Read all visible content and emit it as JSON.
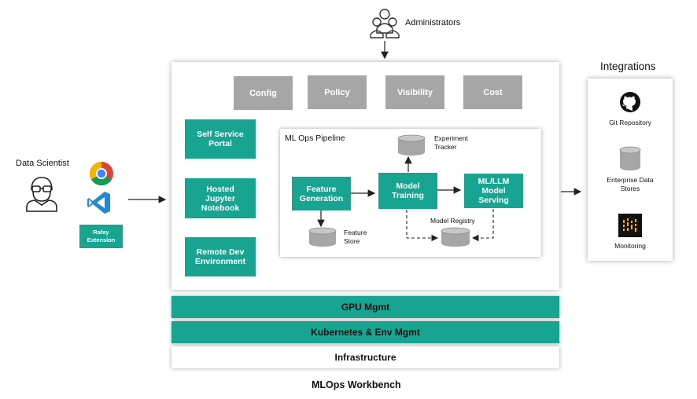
{
  "administrators": {
    "label": "Administrators",
    "icon": "people-icon"
  },
  "data_scientist": {
    "label": "Data Scientist",
    "icon": "user-glasses-icon"
  },
  "client_tools": {
    "browser_icon": "chrome-icon",
    "ide_icon": "vscode-icon",
    "extension_label": "Rafay\nExtension"
  },
  "governance": {
    "config": "Config",
    "policy": "Policy",
    "visibility": "Visibility",
    "cost": "Cost"
  },
  "portal": {
    "self_service": "Self Service\nPortal",
    "jupyter": "Hosted\nJupyter\nNotebook",
    "remote_dev": "Remote Dev\nEnvironment"
  },
  "pipeline": {
    "title": "ML Ops Pipeline",
    "feature_generation": "Feature\nGeneration",
    "model_training": "Model\nTraining",
    "model_serving": "ML/LLM\nModel\nServing",
    "feature_store": "Feature\nStore",
    "experiment_tracker": "Experiment\nTracker",
    "model_registry": "Model Registry"
  },
  "layers": {
    "gpu": "GPU Mgmt",
    "kubernetes": "Kubernetes & Env Mgmt",
    "infrastructure": "Infrastructure"
  },
  "workbench_title": "MLOps Workbench",
  "integrations": {
    "title": "Integrations",
    "git": "Git Repository",
    "enterprise_data": "Enterprise Data\nStores",
    "monitoring": "Monitoring",
    "git_icon": "github-icon",
    "data_icon": "database-icon",
    "monitoring_icon": "grafana-icon"
  },
  "colors": {
    "teal": "#17a592",
    "grey": "#a6a6a6",
    "chrome_red": "#db4437",
    "chrome_yellow": "#f4b400",
    "chrome_green": "#0f9d58",
    "vscode_blue": "#1f8ad2"
  }
}
